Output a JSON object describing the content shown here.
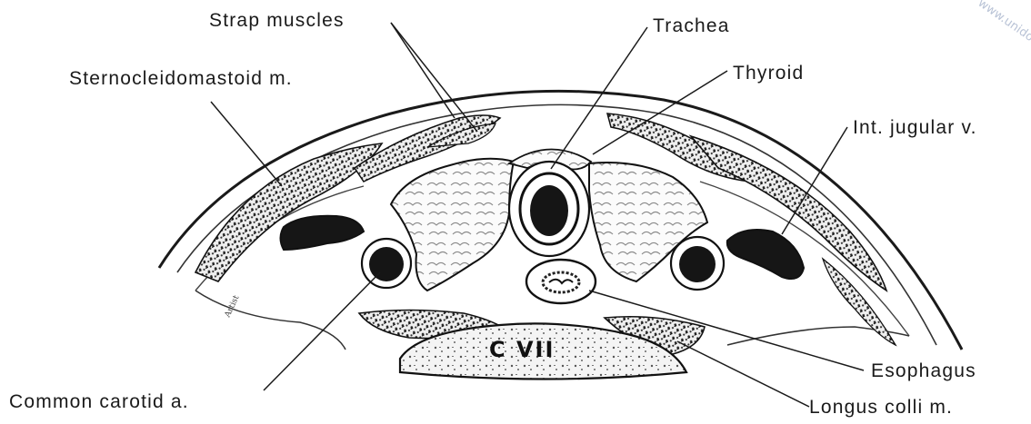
{
  "labels": {
    "strap_muscles": "Strap muscles",
    "trachea": "Trachea",
    "thyroid": "Thyroid",
    "sternocleidomastoid": "Sternocleidomastoid m.",
    "int_jugular": "Int. jugular v.",
    "esophagus": "Esophagus",
    "common_carotid": "Common carotid a.",
    "longus_colli": "Longus colli m.",
    "vertebra": "C VII"
  },
  "watermark": {
    "text": "www.unidocs.ir",
    "color": "#b9c3d6"
  },
  "artist_signature": "Artist"
}
